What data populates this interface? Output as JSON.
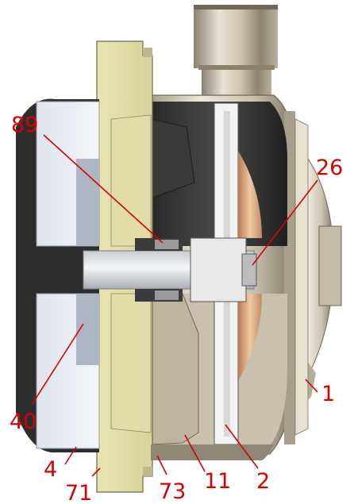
{
  "diagram": {
    "label_color": "#d90000",
    "callouts": [
      {
        "id": "89",
        "text": "89"
      },
      {
        "id": "26",
        "text": "26"
      },
      {
        "id": "40",
        "text": "40"
      },
      {
        "id": "1",
        "text": "1"
      },
      {
        "id": "4",
        "text": "4"
      },
      {
        "id": "71",
        "text": "71"
      },
      {
        "id": "73",
        "text": "73"
      },
      {
        "id": "11",
        "text": "11"
      },
      {
        "id": "2",
        "text": "2"
      }
    ]
  }
}
